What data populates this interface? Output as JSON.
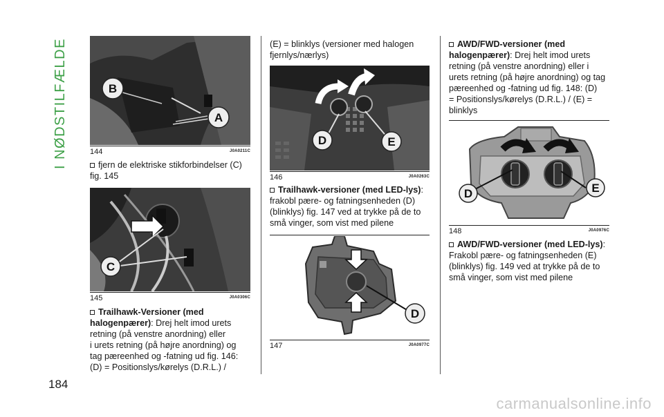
{
  "section_title": "I NØDSTILFÆLDE",
  "page_number": "184",
  "watermark": "carmanualsonline.info",
  "figures": {
    "f144": {
      "number": "144",
      "code": "J0A0211C",
      "labels": [
        "B",
        "A"
      ]
    },
    "f145": {
      "number": "145",
      "code": "J0A0306C",
      "labels": [
        "C"
      ]
    },
    "f146": {
      "number": "146",
      "code": "J0A0263C",
      "labels": [
        "D",
        "E"
      ]
    },
    "f147": {
      "number": "147",
      "code": "J0A0977C",
      "labels": [
        "D"
      ]
    },
    "f148": {
      "number": "148",
      "code": "J0A0976C",
      "labels": [
        "D",
        "E"
      ]
    }
  },
  "col1": {
    "p1": [
      "fjern de elektriske stikforbindelser (C)",
      "fig. 145"
    ],
    "p2_head": [
      "Trailhawk-Versioner (med",
      "halogenpærer)"
    ],
    "p2_first_rest": ": Drej helt imod urets",
    "p2": [
      "retning (på venstre anordning) eller",
      "i urets retning (på højre anordning) og",
      "tag pæreenhed og -fatning ud fig. 146:",
      "(D) = Positionslys/kørelys (D.R.L.) /"
    ]
  },
  "col2": {
    "p0": [
      "(E) = blinklys (versioner med halogen",
      "fjernlys/nærlys)"
    ],
    "p1_head": "Trailhawk-versioner (med LED-lys)",
    "p1_head_tail": ":",
    "p1": [
      "frakobl pære- og fatningsenheden (D)",
      "(blinklys) fig. 147 ved at trykke på de to",
      "små vinger, som vist med pilene"
    ]
  },
  "col3": {
    "p1_head": [
      "AWD/FWD-versioner (med",
      "halogenpærer)"
    ],
    "p1_first_rest": ": Drej helt imod urets",
    "p1": [
      "retning (på venstre anordning) eller i",
      "urets retning (på højre anordning) og tag",
      "pæreenhed og -fatning ud fig. 148: (D)",
      "= Positionslys/kørelys (D.R.L.) / (E) =",
      "blinklys"
    ],
    "p2_head": "AWD/FWD-versioner (med LED-lys)",
    "p2_head_tail": ":",
    "p2": [
      "Frakobl pære- og fatningsenheden (E)",
      "(blinklys) fig. 149 ved at trykke på de to",
      "små vinger, som vist med pilene"
    ]
  }
}
